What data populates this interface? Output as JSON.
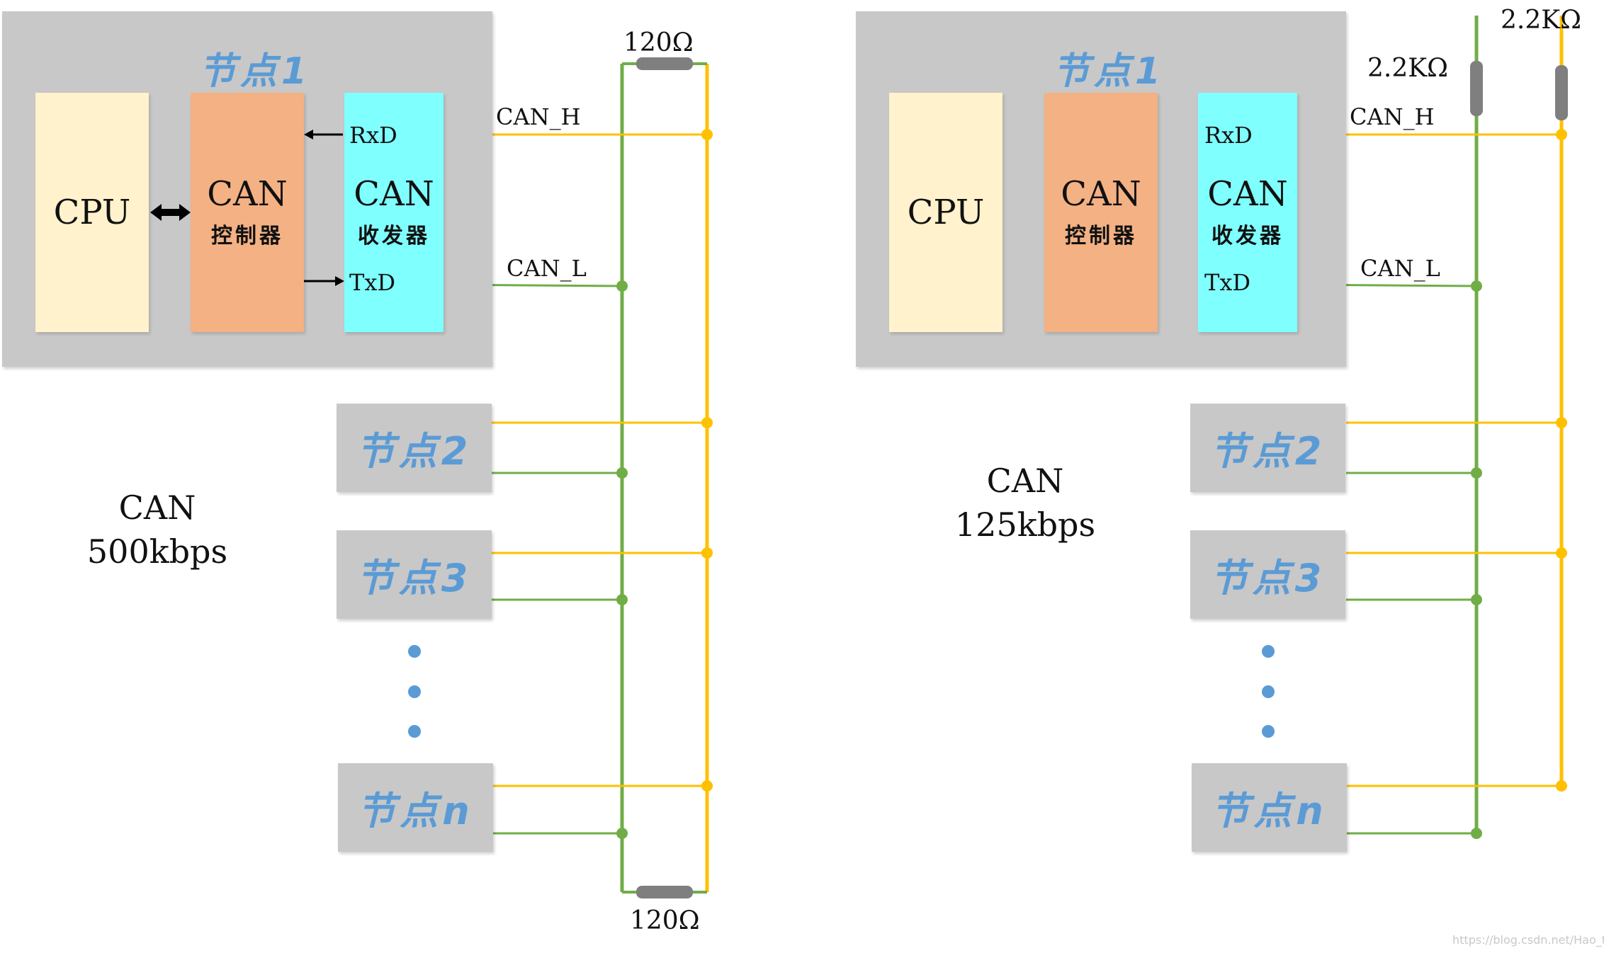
{
  "colors": {
    "can_h": "#ffc000",
    "can_l": "#70ad47",
    "resistor": "#7f7f7f",
    "dots": "#5b9bd5"
  },
  "left": {
    "node1_title": "节点1",
    "cpu": "CPU",
    "controller": {
      "line1": "CAN",
      "line2": "控制器"
    },
    "transceiver": {
      "line1": "CAN",
      "line2": "收发器"
    },
    "rxd": "RxD",
    "txd": "TxD",
    "can_h": "CAN_H",
    "can_l": "CAN_L",
    "resistor_top": "120Ω",
    "resistor_bottom": "120Ω",
    "nodes": [
      "节点2",
      "节点3",
      "节点n"
    ],
    "speed": {
      "line1": "CAN",
      "line2": "500kbps"
    }
  },
  "right": {
    "node1_title": "节点1",
    "cpu": "CPU",
    "controller": {
      "line1": "CAN",
      "line2": "控制器"
    },
    "transceiver": {
      "line1": "CAN",
      "line2": "收发器"
    },
    "rxd": "RxD",
    "txd": "TxD",
    "can_h": "CAN_H",
    "can_l": "CAN_L",
    "resistor_1": "2.2KΩ",
    "resistor_2": "2.2KΩ",
    "nodes": [
      "节点2",
      "节点3",
      "节点n"
    ],
    "speed": {
      "line1": "CAN",
      "line2": "125kbps"
    }
  },
  "watermark": "https://blog.csdn.net/Hao_top"
}
